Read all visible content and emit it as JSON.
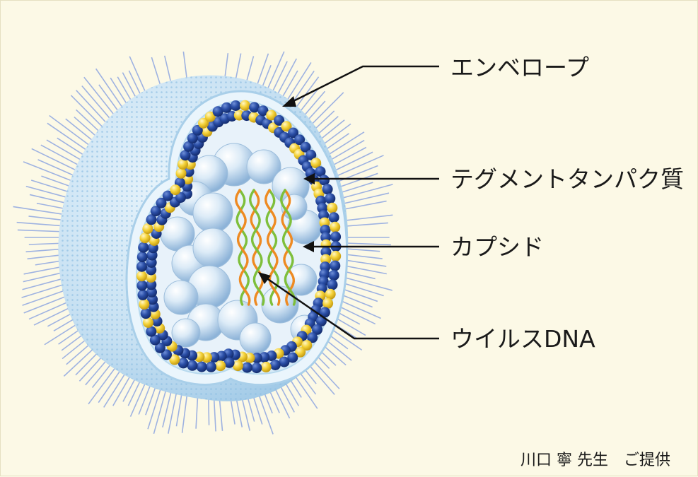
{
  "labels": {
    "envelope": "エンベロープ",
    "tegument": "テグメントタンパク質",
    "capsid": "カプシド",
    "viral_dna": "ウイルスDNA"
  },
  "credit": "川口 寧 先生　ご提供",
  "colors": {
    "background": "#fcf9e6",
    "envelope_outer": "#cfe6f5",
    "membrane": "#e3f2fb",
    "tegument_blue": "#22449a",
    "tegument_yellow": "#f5d33a",
    "capsid_sphere": "#c9def0",
    "dna_green": "#7ebf3b",
    "dna_orange": "#ee8a22",
    "spikes": "#7f9be0",
    "leader_line": "#111111"
  }
}
